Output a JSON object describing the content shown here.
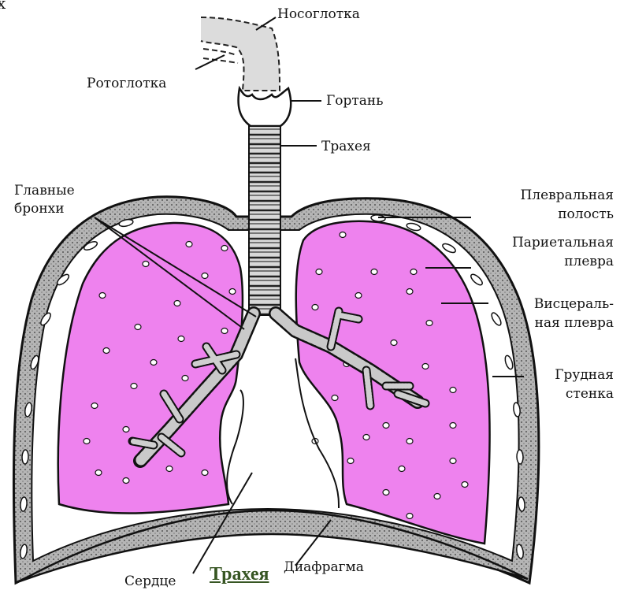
{
  "labels": {
    "nasopharynx": "Носоглотка",
    "oropharynx": "Ротоглотка",
    "larynx": "Гортань",
    "trachea": "Трахея",
    "main_bronchi_1": "Главные",
    "main_bronchi_2": "бронхи",
    "pleural_cavity_1": "Плевральная",
    "pleural_cavity_2": "полость",
    "parietal_pleura_1": "Париетальная",
    "parietal_pleura_2": "плевра",
    "visceral_pleura_1": "Висцераль-",
    "visceral_pleura_2": "ная плевра",
    "chest_wall_1": "Грудная",
    "chest_wall_2": "стенка",
    "heart": "Сердце",
    "diaphragm": "Диафрагма"
  },
  "caption": "Трахея",
  "corner_mark": "x",
  "colors": {
    "lung": "#ee82ee",
    "caption": "#375623",
    "wall": "#9a9a9a",
    "outline": "#111111"
  }
}
